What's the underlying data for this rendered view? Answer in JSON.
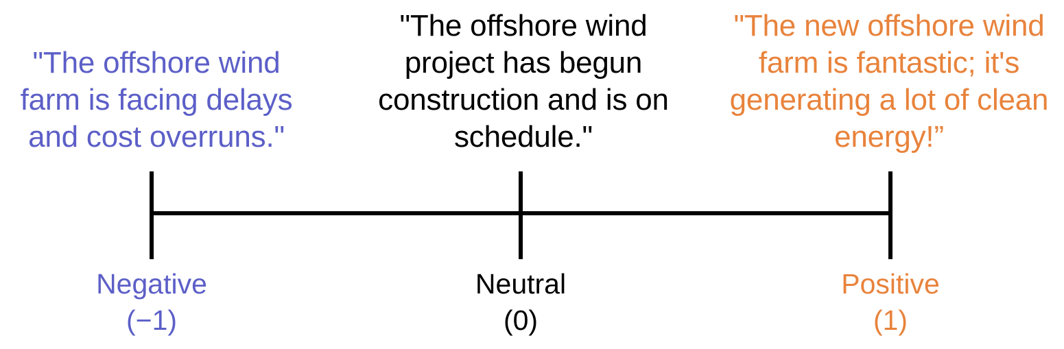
{
  "diagram": {
    "type": "sentiment-scale",
    "background_color": "#ffffff",
    "colors": {
      "negative": "#5c5fc7",
      "neutral": "#000000",
      "positive": "#e8833c",
      "axis": "#000000"
    }
  },
  "quotes": {
    "negative": "\"The offshore wind farm is facing delays and cost overruns.\"",
    "neutral": "\"The offshore wind project has begun construction and is on schedule.\"",
    "positive": "\"The new offshore wind farm is fantastic; it's generating a lot of clean energy!”"
  },
  "axis": {
    "points": [
      {
        "name": "Negative",
        "value": "(−1)",
        "numeric": -1
      },
      {
        "name": "Neutral",
        "value": "(0)",
        "numeric": 0
      },
      {
        "name": "Positive",
        "value": "(1)",
        "numeric": 1
      }
    ]
  },
  "chart_data": {
    "type": "line",
    "title": "",
    "xlabel": "",
    "ylabel": "",
    "categories": [
      "Negative",
      "Neutral",
      "Positive"
    ],
    "values": [
      -1,
      0,
      1
    ],
    "xlim": [
      -1,
      1
    ],
    "tick_labels": [
      "Negative\n(−1)",
      "Neutral\n(0)",
      "Positive\n(1)"
    ],
    "annotations": [
      "\"The offshore wind farm is facing delays and cost overruns.\"",
      "\"The offshore wind project has begun construction and is on schedule.\"",
      "\"The new offshore wind farm is fantastic; it's generating a lot of clean energy!”"
    ],
    "grid": false,
    "legend": "none"
  }
}
